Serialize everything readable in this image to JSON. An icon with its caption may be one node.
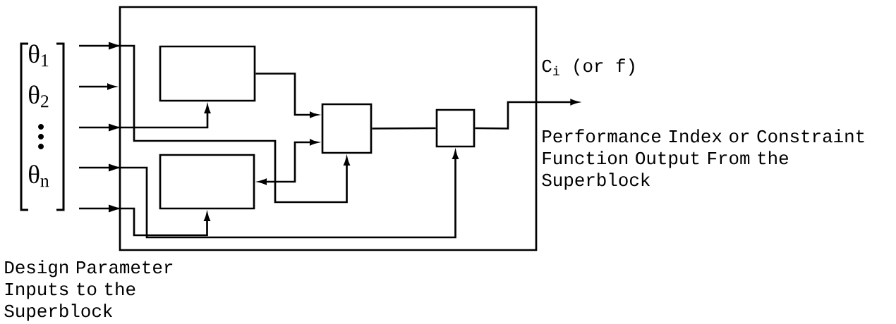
{
  "diagram": {
    "nodes": [
      {
        "text": [],
        "shape": "box"
      },
      {
        "text": [],
        "shape": "box",
        "in": 0
      },
      {
        "text": [],
        "shape": "box",
        "in": 0
      },
      {
        "text": [],
        "shape": "box",
        "in": 0
      },
      {
        "text": [],
        "shape": "box",
        "in": 0
      }
    ],
    "edges": [
      {
        "from": null,
        "to": 3,
        "arrow": "to"
      },
      {
        "from": null,
        "to": 0,
        "arrow": "to"
      },
      {
        "from": null,
        "to": 1,
        "arrow": "to"
      },
      {
        "from": null,
        "to": 4,
        "arrow": "to"
      },
      {
        "from": null,
        "to": 2,
        "arrow": "to"
      },
      {
        "from": 1,
        "to": 3,
        "arrow": "to"
      },
      {
        "from": 2,
        "to": 3,
        "arrow": "both"
      },
      {
        "from": 3,
        "to": 4,
        "arrow": "none"
      },
      {
        "from": 4,
        "to": null,
        "arrow": "to"
      }
    ],
    "labels": [
      "θ$_{1}$",
      "θ$_{2}$",
      "θ$_{n}$",
      "C$_{i}$  (or  f)",
      "Performance Index or Constraint Function Output From the Superblock",
      "Design Parameter Inputs to the Superblock"
    ]
  }
}
